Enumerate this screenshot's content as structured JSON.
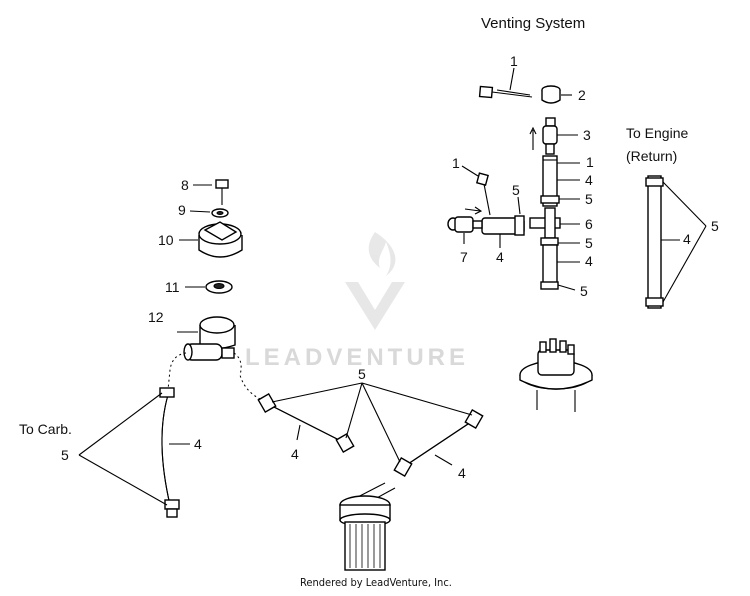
{
  "diagram": {
    "title": "Venting System",
    "to_engine_line1": "To Engine",
    "to_engine_line2": "(Return)",
    "to_carb": "To Carb.",
    "footer": "Rendered by LeadVenture, Inc.",
    "watermark": "LEADVENTURE",
    "callouts": {
      "v_bolt": "1",
      "v_cap": "2",
      "v_valve": "3",
      "v_check": "1",
      "v_hose_top": "4",
      "v_clamp_top": "5",
      "v_tee": "6",
      "v_clamp_mid": "5",
      "v_hose_low": "4",
      "v_clamp_low": "5",
      "v_left_bolt": "1",
      "v_left_clamp": "5",
      "v_left_filter": "7",
      "v_left_hose": "4",
      "ret_hose": "4",
      "ret_clamp": "5",
      "bolt8": "8",
      "washer9": "9",
      "cap10": "10",
      "nut11": "11",
      "valve12": "12",
      "carb_clamp": "5",
      "carb_hose": "4",
      "mid_clamp": "5",
      "mid_hose_left": "4",
      "mid_hose_right": "4"
    }
  }
}
